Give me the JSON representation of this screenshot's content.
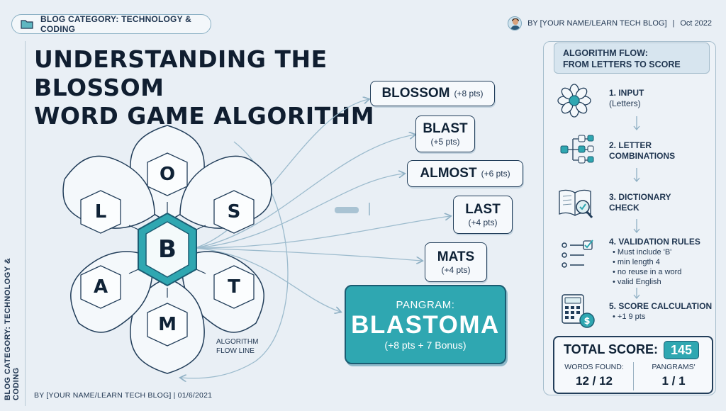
{
  "header": {
    "category_badge": "BLOG CATEGORY: TECHNOLOGY & CODING",
    "byline": "BY [YOUR NAME/LEARN TECH BLOG]",
    "separator": "|",
    "date": "Oct 2022"
  },
  "title_lines": [
    "UNDERSTANDING THE BLOSSOM",
    "WORD GAME ALGORITHM"
  ],
  "side_label": "BLOG CATEGORY: TECHNOLOGY & CODING",
  "footer_byline": "BY [YOUR NAME/LEARN TECH BLOG] | 01/6/2021",
  "flower": {
    "center_letter": "B",
    "petal_letters": [
      "O",
      "S",
      "T",
      "M",
      "A",
      "L"
    ]
  },
  "words": [
    {
      "word": "BLOSSOM",
      "points": "(+8 pts)"
    },
    {
      "word": "BLAST",
      "points": "(+5 pts)"
    },
    {
      "word": "ALMOST",
      "points": "(+6 pts)"
    },
    {
      "word": "LAST",
      "points": "(+4 pts)"
    },
    {
      "word": "MATS",
      "points": "(+4 pts)"
    }
  ],
  "pangram": {
    "label": "PANGRAM:",
    "word": "BLASTOMA",
    "points": "(+8 pts + 7 Bonus)"
  },
  "flow_label": [
    "ALGORITHM",
    "FLOW LINE"
  ],
  "panel": {
    "heading_lines": [
      "ALGORITHM FLOW:",
      "FROM LETTERS TO SCORE"
    ],
    "steps": [
      {
        "title": "1. INPUT",
        "sub": "(Letters)",
        "icon": "flower-icon"
      },
      {
        "title": "2. LETTER",
        "sub": "COMBINATIONS",
        "icon": "tree-diagram-icon"
      },
      {
        "title": "3. DICTIONARY",
        "sub": "CHECK",
        "icon": "book-magnifier-icon"
      },
      {
        "title": "4. VALIDATION RULES",
        "rules": [
          "• Must include 'B'",
          "• min length 4",
          "• no reuse in a word",
          "• valid English"
        ],
        "icon": "checklist-icon"
      },
      {
        "title": "5. SCORE CALCULATION",
        "rules": [
          "• +1 9 pts"
        ],
        "icon": "calculator-coin-icon"
      }
    ],
    "total_label": "TOTAL SCORE:",
    "total_value": "145",
    "words_found_label": "WORDS FOUND:",
    "words_found_value": "12 / 12",
    "pangrams_label": "PANGRAMS'",
    "pangrams_value": "1 / 1"
  },
  "colors": {
    "accent": "#2fa7b1",
    "ink": "#15263a",
    "background": "#e9eff5"
  }
}
